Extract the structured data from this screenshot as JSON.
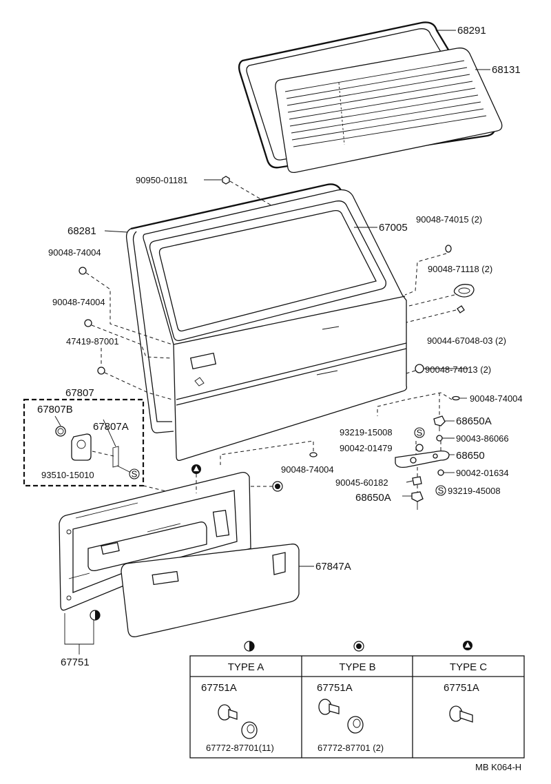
{
  "part_labels": [
    {
      "id": "l1",
      "text": "68291"
    },
    {
      "id": "l2",
      "text": "68131"
    },
    {
      "id": "l3",
      "text": "90950-01181"
    },
    {
      "id": "l4",
      "text": "67005"
    },
    {
      "id": "l5",
      "text": "68281"
    },
    {
      "id": "l6",
      "text": "90048-74015 (2)"
    },
    {
      "id": "l7",
      "text": "90048-74004"
    },
    {
      "id": "l8",
      "text": "90048-71118 (2)"
    },
    {
      "id": "l9",
      "text": "90048-74004"
    },
    {
      "id": "l10",
      "text": "90044-67048-03 (2)"
    },
    {
      "id": "l11",
      "text": "47419-87001"
    },
    {
      "id": "l12",
      "text": "90048-74013 (2)"
    },
    {
      "id": "l13",
      "text": "67807"
    },
    {
      "id": "l14",
      "text": "67807B"
    },
    {
      "id": "l15",
      "text": "67807A"
    },
    {
      "id": "l16",
      "text": "90048-74004"
    },
    {
      "id": "l17",
      "text": "68650A"
    },
    {
      "id": "l18",
      "text": "93219-15008"
    },
    {
      "id": "l19",
      "text": "90043-86066"
    },
    {
      "id": "l20",
      "text": "90042-01479"
    },
    {
      "id": "l21",
      "text": "68650"
    },
    {
      "id": "l22",
      "text": "93510-15010"
    },
    {
      "id": "l23",
      "text": "90048-74004"
    },
    {
      "id": "l24",
      "text": "90042-01634"
    },
    {
      "id": "l25",
      "text": "90045-60182"
    },
    {
      "id": "l26",
      "text": "68650A"
    },
    {
      "id": "l27",
      "text": "93219-45008"
    },
    {
      "id": "l28",
      "text": "67847A"
    },
    {
      "id": "l29",
      "text": "67751"
    }
  ],
  "symbols": {
    "s_letter": "S"
  },
  "types_table": {
    "headers": [
      "TYPE A",
      "TYPE B",
      "TYPE C"
    ],
    "part_a": "67751A",
    "part_b": "67751A",
    "part_c": "67751A",
    "sub_a": "67772-87701(11)",
    "sub_b": "67772-87701  (2)"
  },
  "diagram_code": "MB K064-H"
}
